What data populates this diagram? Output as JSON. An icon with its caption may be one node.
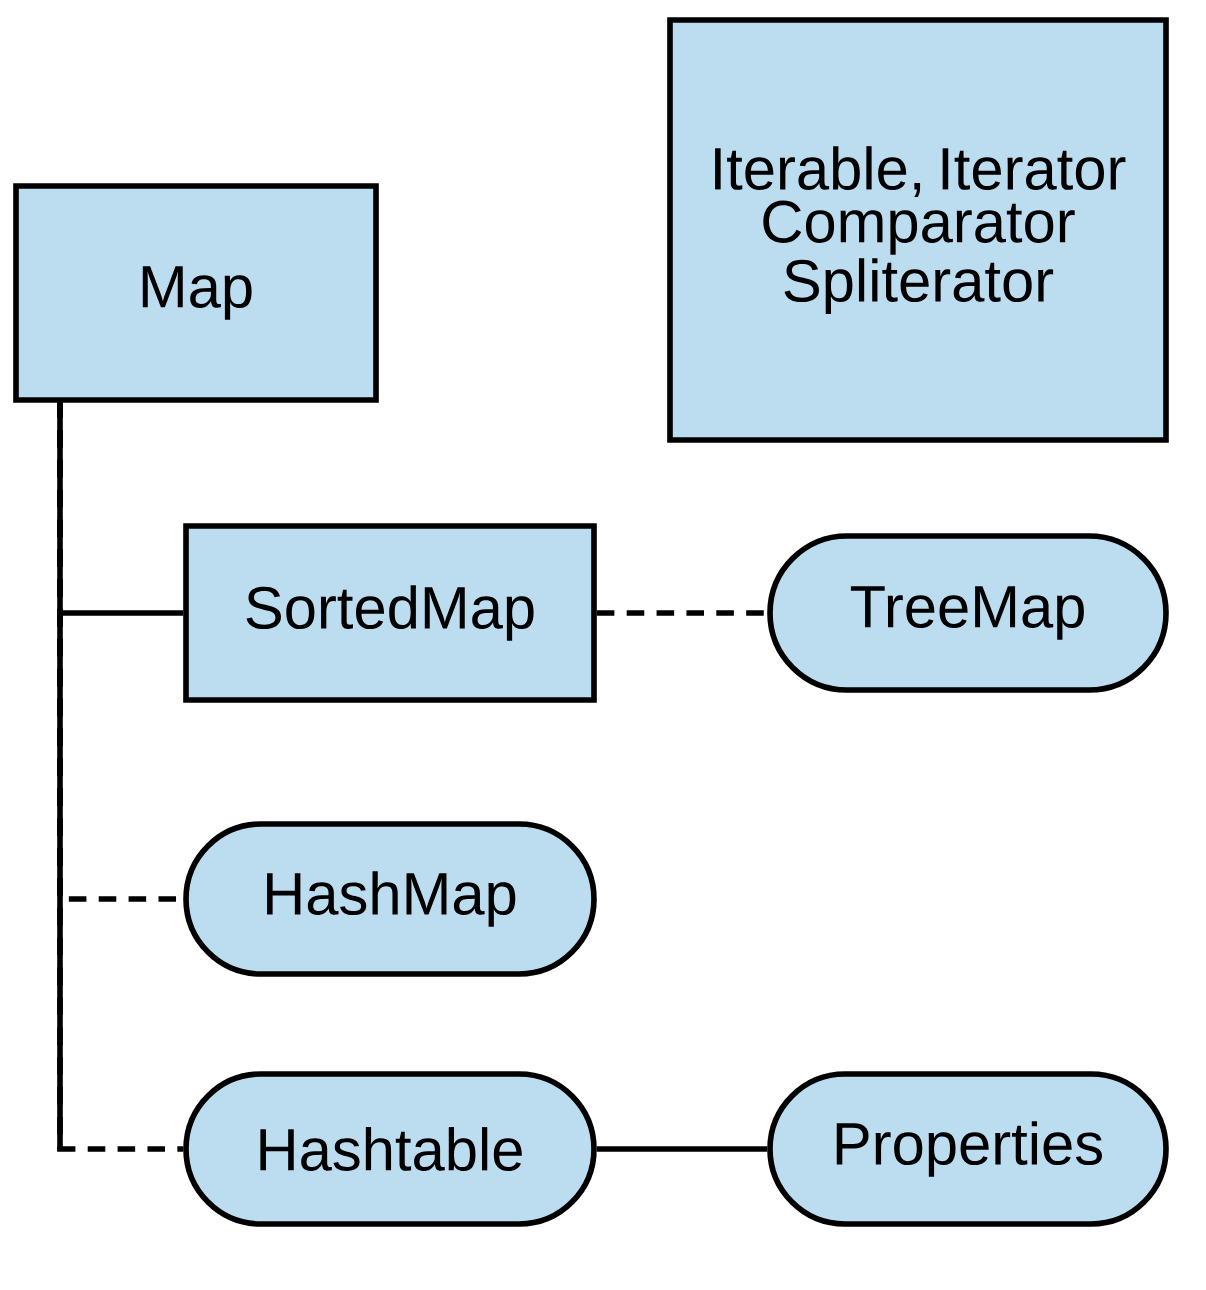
{
  "diagram": {
    "nodes": [
      {
        "text": [
          "Map"
        ]
      },
      {
        "text": [
          "Iterable, Iterator Comparator Spliterator"
        ]
      },
      {
        "text": [
          "SortedMap"
        ]
      },
      {
        "text": [
          "TreeMap"
        ]
      },
      {
        "text": [
          "HashMap"
        ]
      },
      {
        "text": [
          "Hashtable"
        ]
      },
      {
        "text": [
          "Properties"
        ]
      }
    ],
    "edges": [
      {
        "from": 0,
        "to": 2,
        "arrow": "none"
      },
      {
        "from": 0,
        "to": 4,
        "arrow": "none",
        "style": "dashed"
      },
      {
        "from": 0,
        "to": 5,
        "arrow": "none",
        "style": "dashed"
      },
      {
        "from": 2,
        "to": 3,
        "arrow": "none",
        "style": "dashed"
      },
      {
        "from": 5,
        "to": 6,
        "arrow": "none"
      }
    ]
  }
}
